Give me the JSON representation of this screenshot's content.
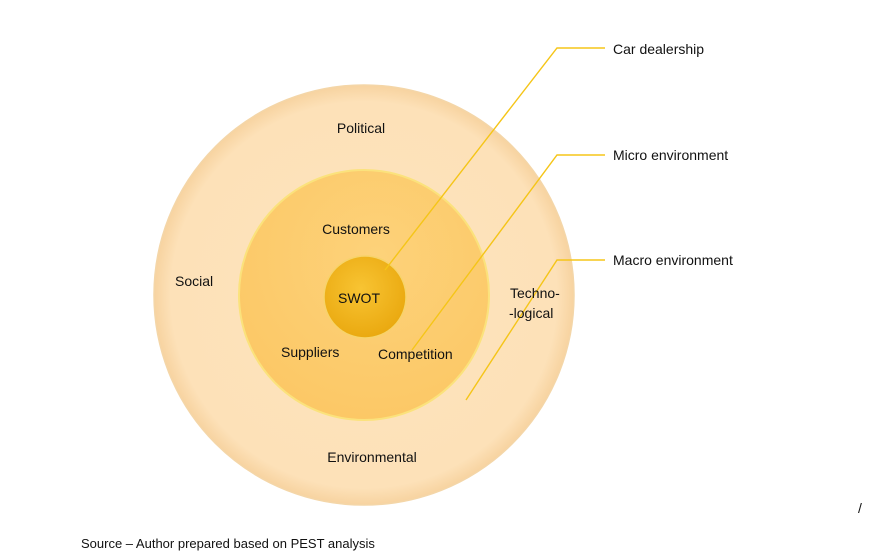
{
  "rings": {
    "outer": {
      "political": "Political",
      "social": "Social",
      "technological_line1": "Techno-",
      "technological_line2": "-logical",
      "environmental": "Environmental"
    },
    "middle": {
      "customers": "Customers",
      "suppliers": "Suppliers",
      "competition": "Competition"
    },
    "core": {
      "label": "SWOT"
    }
  },
  "callouts": {
    "car_dealership": "Car dealership",
    "micro_environment": "Micro environment",
    "macro_environment": "Macro environment"
  },
  "colors": {
    "outer_fill": "#fde1b8",
    "middle_fill": "#fdcb6e",
    "core_fill": "#f2b61c",
    "leader_line": "#f5c518"
  },
  "source": "Source – Author prepared based on PEST analysis",
  "stray_mark": "/"
}
